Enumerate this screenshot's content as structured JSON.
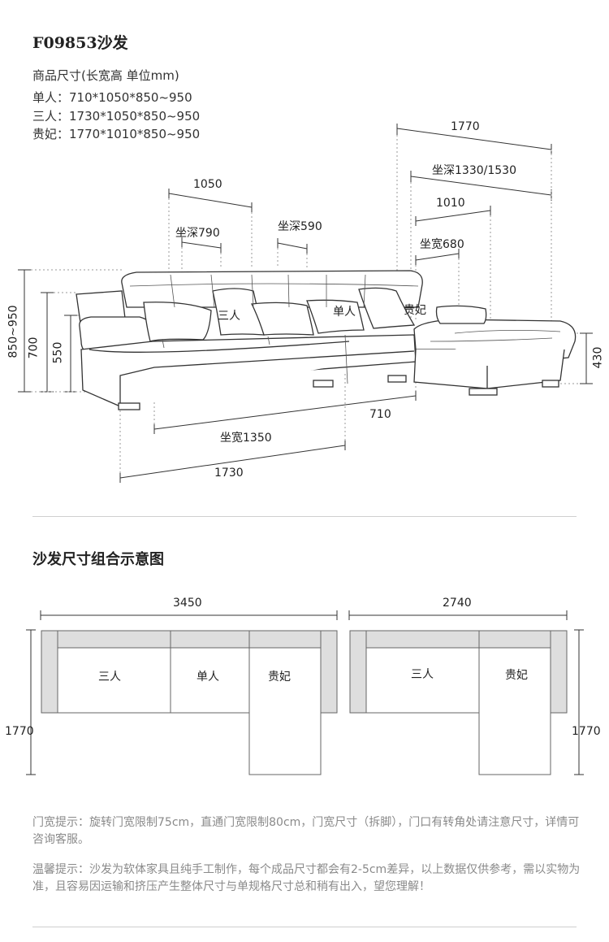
{
  "product": {
    "title": "F09853沙发"
  },
  "sizes": {
    "header": "商品尺寸(长宽高 单位mm)",
    "rows": [
      {
        "label": "单人：",
        "value": "710*1050*850~950"
      },
      {
        "label": "三人：",
        "value": "1730*1050*850~950"
      },
      {
        "label": "贵妃：",
        "value": "1770*1010*850~950"
      }
    ]
  },
  "diagram": {
    "dim_1770": "1770",
    "seat_depth_chaise": "坐深1330/1530",
    "dim_1010": "1010",
    "seat_width_chaise": "坐宽680",
    "dim_1050": "1050",
    "seat_depth_790": "坐深790",
    "seat_depth_590": "坐深590",
    "label_three": "三人",
    "label_single": "单人",
    "label_chaise": "贵妃",
    "height_total": "850~950",
    "height_700": "700",
    "height_550": "550",
    "height_430": "430",
    "dim_710": "710",
    "seat_width_1350": "坐宽1350",
    "dim_1730": "1730"
  },
  "combo": {
    "title": "沙发尺寸组合示意图",
    "left": {
      "width": "3450",
      "depth": "1770",
      "labels": [
        "三人",
        "单人",
        "贵妃"
      ]
    },
    "right": {
      "width": "2740",
      "depth": "1770",
      "labels": [
        "三人",
        "贵妃"
      ]
    }
  },
  "notes": {
    "door_tip": "门宽提示：旋转门宽限制75cm，直通门宽限制80cm，门宽尺寸（拆脚），门口有转角处请注意尺寸，详情可咨询客服。",
    "warm_tip": "温馨提示：沙发为软体家具且纯手工制作，每个成品尺寸都会有2-5cm差异，以上数据仅供参考，需以实物为准，且容易因运输和挤压产生整体尺寸与单规格尺寸总和稍有出入，望您理解！"
  }
}
